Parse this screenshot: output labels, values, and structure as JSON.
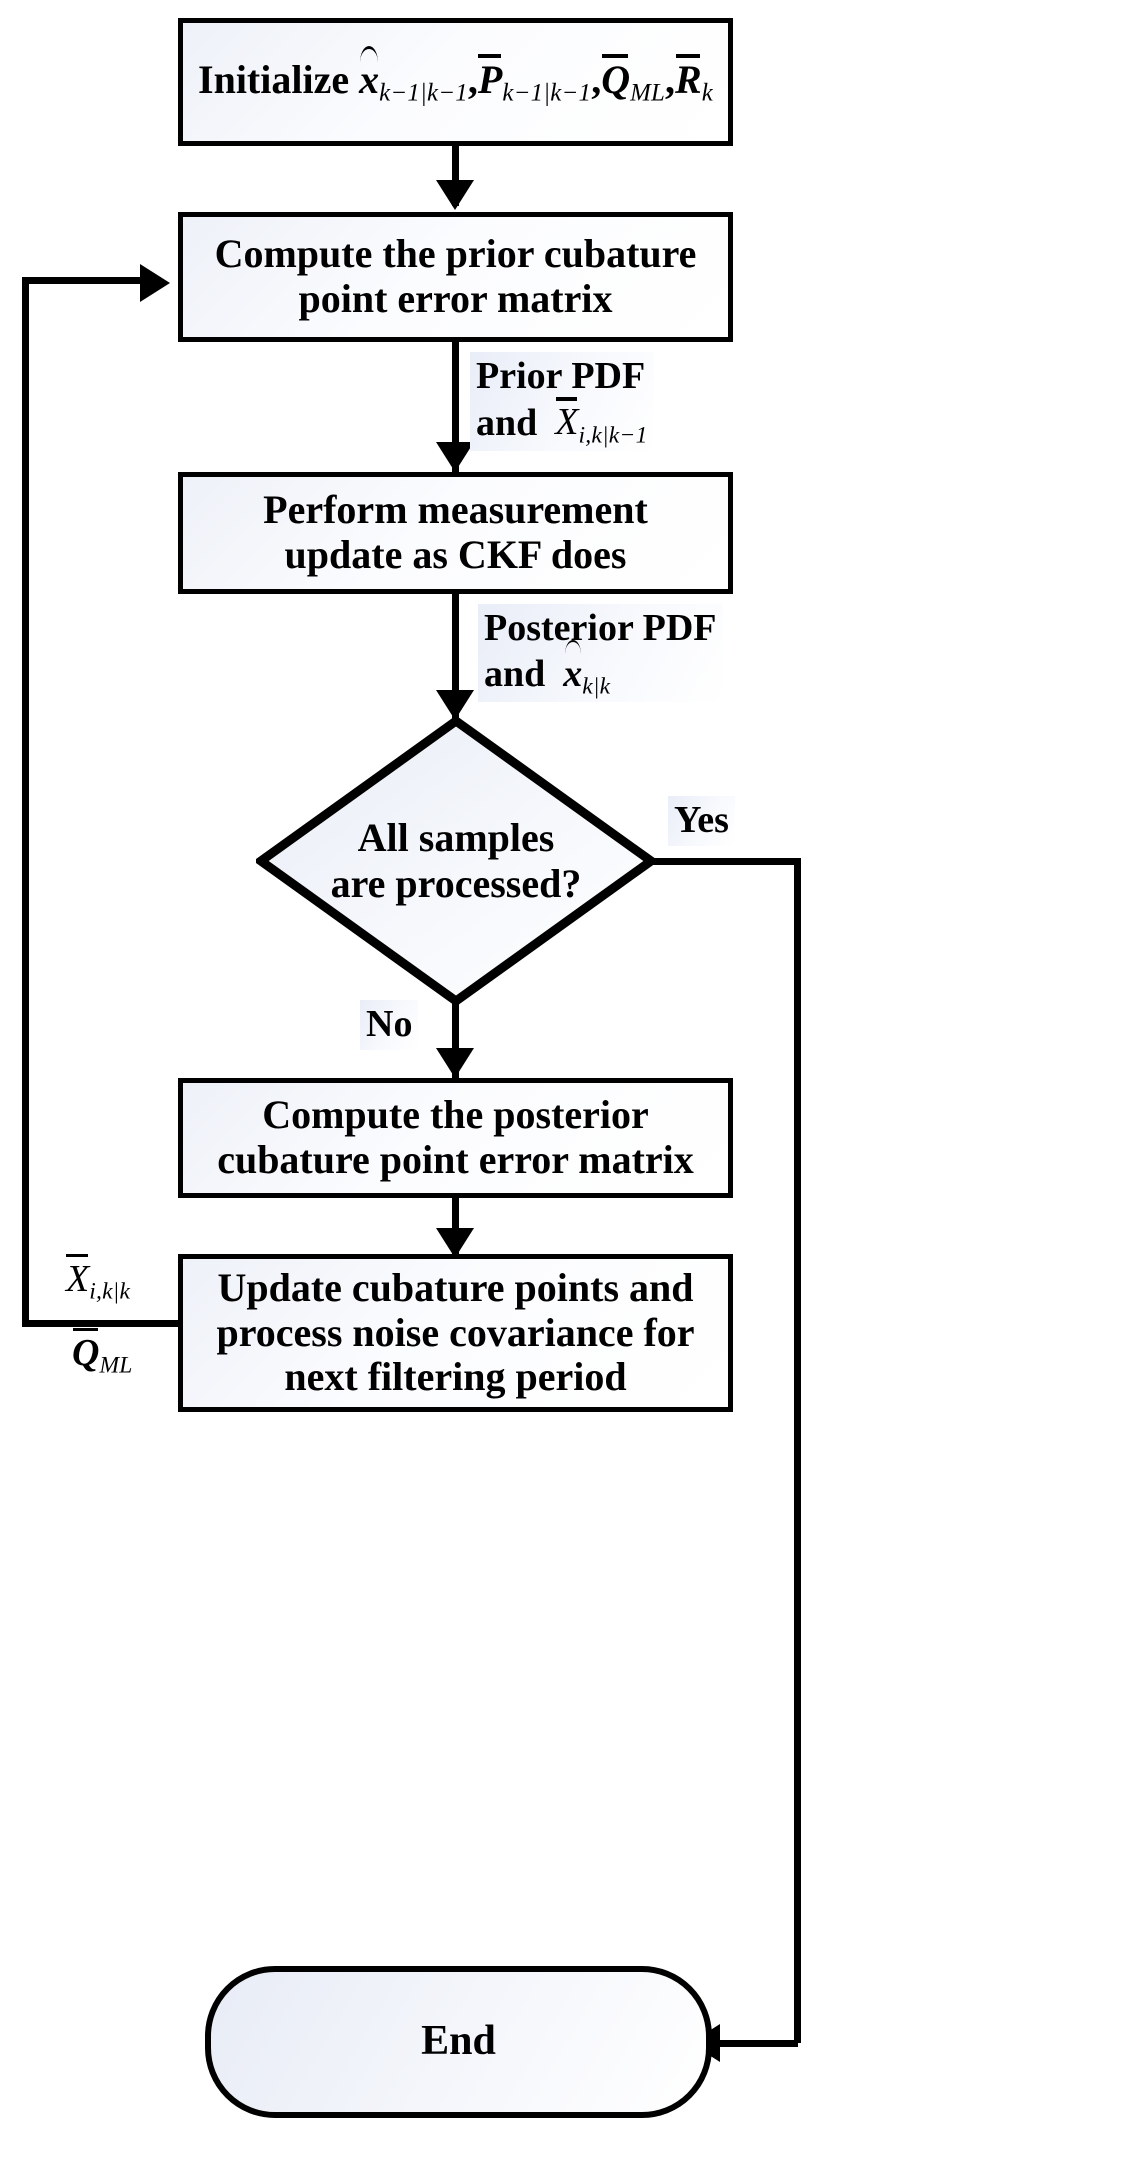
{
  "diagram": {
    "type": "flowchart",
    "title": "Maximum-likelihood adaptive cubature Kalman filter flowchart",
    "nodes": [
      {
        "id": "initialize",
        "shape": "process",
        "text": "Initialize x̂ k-1|k-1 , P̄ k-1|k-1 , Q̄ ML , R̄ k",
        "math": {
          "prefix": "Initialize",
          "terms": [
            "x̂_{k-1|k-1}",
            "P̄_{k-1|k-1}",
            "Q̄_{ML}",
            "R̄_{k}"
          ]
        }
      },
      {
        "id": "prior-cubature",
        "shape": "process",
        "line1": "Compute the prior cubature",
        "line2": "point error matrix"
      },
      {
        "id": "measurement-update",
        "shape": "process",
        "line1": "Perform measurement",
        "line2": "update as CKF does"
      },
      {
        "id": "all-samples-processed",
        "shape": "decision",
        "line1": "All samples",
        "line2": "are processed?"
      },
      {
        "id": "posterior-cubature",
        "shape": "process",
        "line1": "Compute the posterior",
        "line2": "cubature point error matrix"
      },
      {
        "id": "update-cubature",
        "shape": "process",
        "line1": "Update cubature points  and",
        "line2": "process noise covariance for",
        "line3": "next filtering period"
      },
      {
        "id": "end",
        "shape": "terminator",
        "text": "End"
      }
    ],
    "edge_labels": {
      "prior_pdf_line1": "Prior PDF",
      "prior_pdf_line2_prefix": "and",
      "prior_pdf_line2_math": "X̄_{i,k|k-1}",
      "posterior_pdf_line1": "Posterior PDF",
      "posterior_pdf_line2_prefix": "and",
      "posterior_pdf_line2_math": "x̂_{k|k}",
      "yes": "Yes",
      "no": "No",
      "feedback_top_math": "X̄_{i,k|k}",
      "feedback_bottom_math": "Q̄_{ML}"
    },
    "math_tokens": {
      "x_hat": "x",
      "P_bar": "P",
      "Q_bar": "Q",
      "R_bar": "R",
      "X_bar": "X",
      "sub_k1k1": "k−1|k−1",
      "sub_ML": "ML",
      "sub_k": "k",
      "sub_ikk1": "i,k|k−1",
      "sub_kk": "k|k",
      "sub_ikk": "i,k|k",
      "comma": ",",
      "initialize_word": "Initialize"
    },
    "colors": {
      "stroke": "#000000",
      "fill_light": "#eef1f8",
      "background": "#ffffff",
      "text": "#000000"
    }
  }
}
